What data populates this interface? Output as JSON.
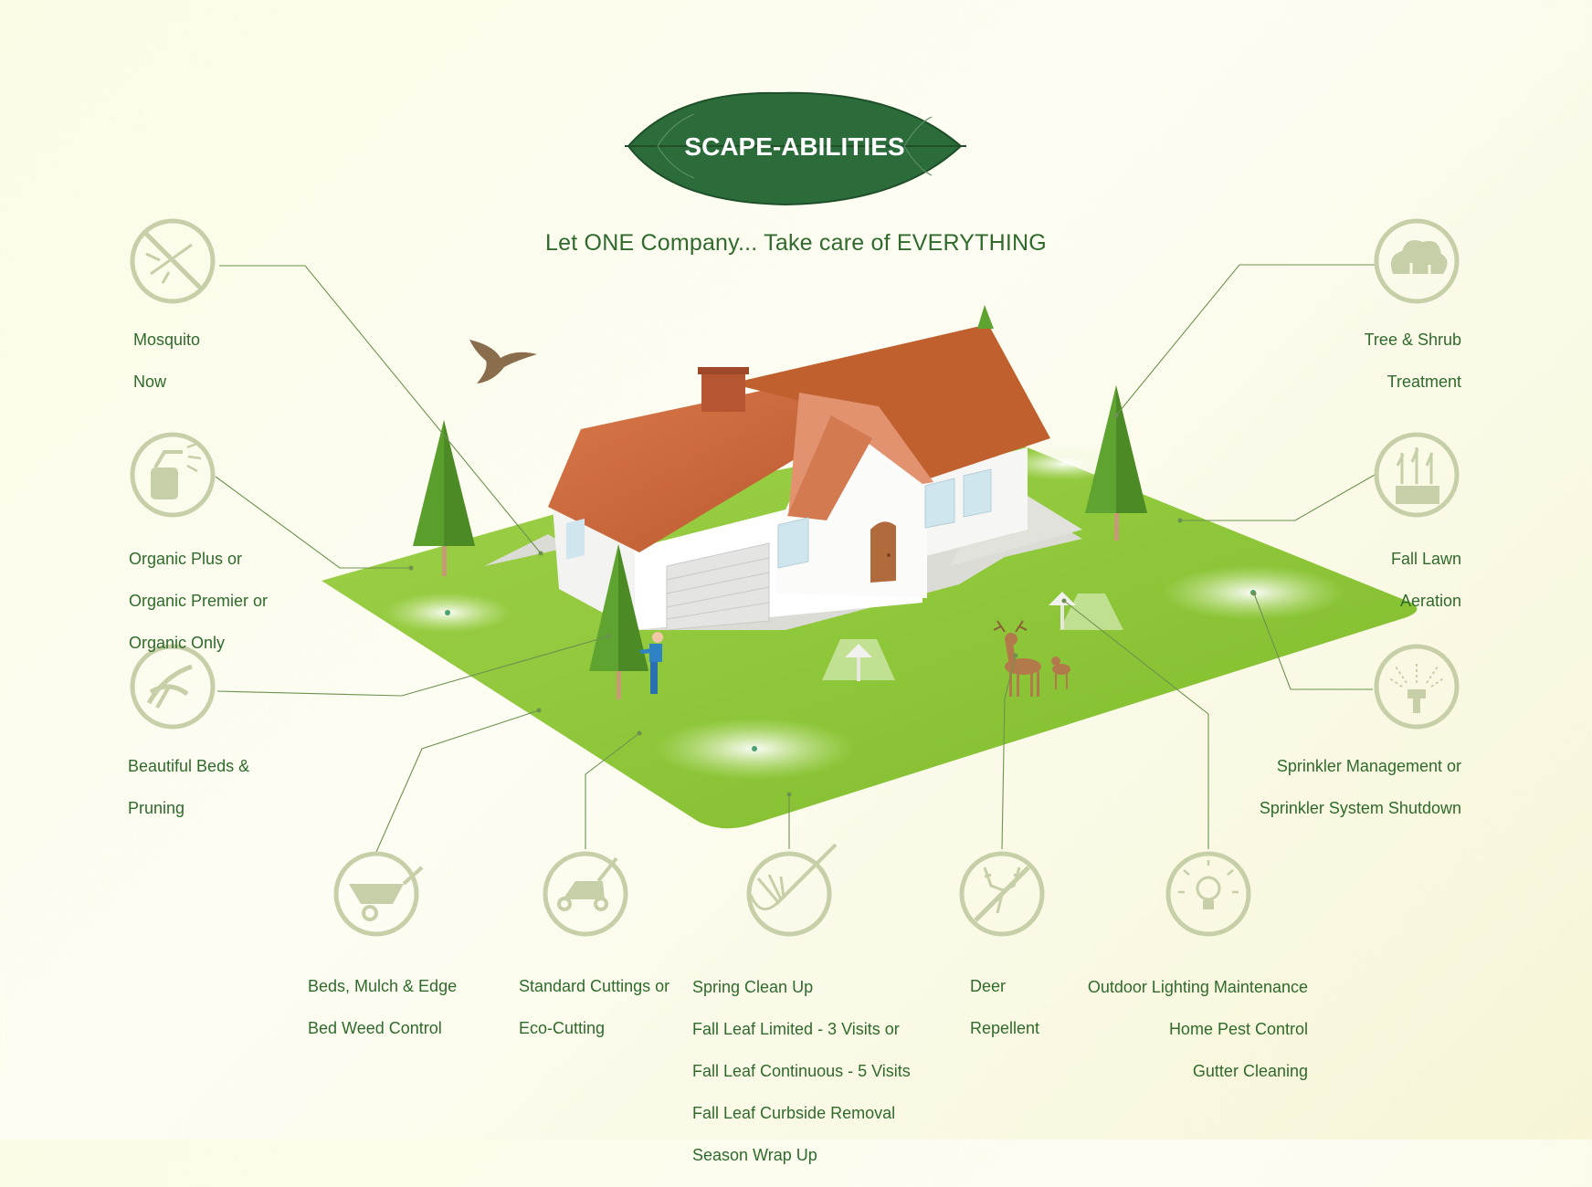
{
  "brand": {
    "name": "SCAPE-ABILITIES"
  },
  "tagline": "Let ONE Company... Take care of EVERYTHING",
  "colors": {
    "text": "#2f6a2c",
    "icon": "#c7cfa8",
    "lawn": "#8dc63f",
    "roof": "#c9693c",
    "leader": "#6d9150"
  },
  "services": {
    "mosquito": {
      "icon": "no-mosquito-icon",
      "lines": [
        "Mosquito",
        "Now"
      ]
    },
    "organic": {
      "icon": "spray-bottle-icon",
      "lines": [
        "Organic Plus or",
        "Organic Premier or",
        "Organic Only"
      ]
    },
    "beds_pruning": {
      "icon": "pruning-shears-icon",
      "lines": [
        "Beautiful Beds &",
        "Pruning"
      ]
    },
    "tree_shrub": {
      "icon": "tree-shrub-icon",
      "lines": [
        "Tree & Shrub",
        "Treatment"
      ]
    },
    "aeration": {
      "icon": "lawn-aeration-icon",
      "lines": [
        "Fall Lawn",
        "Aeration"
      ]
    },
    "sprinkler": {
      "icon": "sprinkler-icon",
      "lines": [
        "Sprinkler Management or",
        "Sprinkler System Shutdown"
      ]
    },
    "mulch": {
      "icon": "wheelbarrow-icon",
      "lines": [
        "Beds, Mulch & Edge",
        "Bed Weed Control"
      ]
    },
    "cutting": {
      "icon": "lawn-mower-icon",
      "lines": [
        "Standard Cuttings or",
        "Eco-Cutting"
      ]
    },
    "cleanup": {
      "icon": "leaf-rake-icon",
      "lines": [
        "Spring Clean Up",
        "Fall Leaf Limited - 3 Visits or",
        "Fall Leaf Continuous - 5 Visits",
        "Fall Leaf Curbside Removal",
        "Season Wrap Up"
      ]
    },
    "deer": {
      "icon": "no-deer-icon",
      "lines": [
        "Deer",
        "Repellent"
      ]
    },
    "lighting": {
      "icon": "light-bulb-icon",
      "lines": [
        "Outdoor Lighting Maintenance",
        "Home Pest Control",
        "Gutter Cleaning"
      ]
    }
  }
}
